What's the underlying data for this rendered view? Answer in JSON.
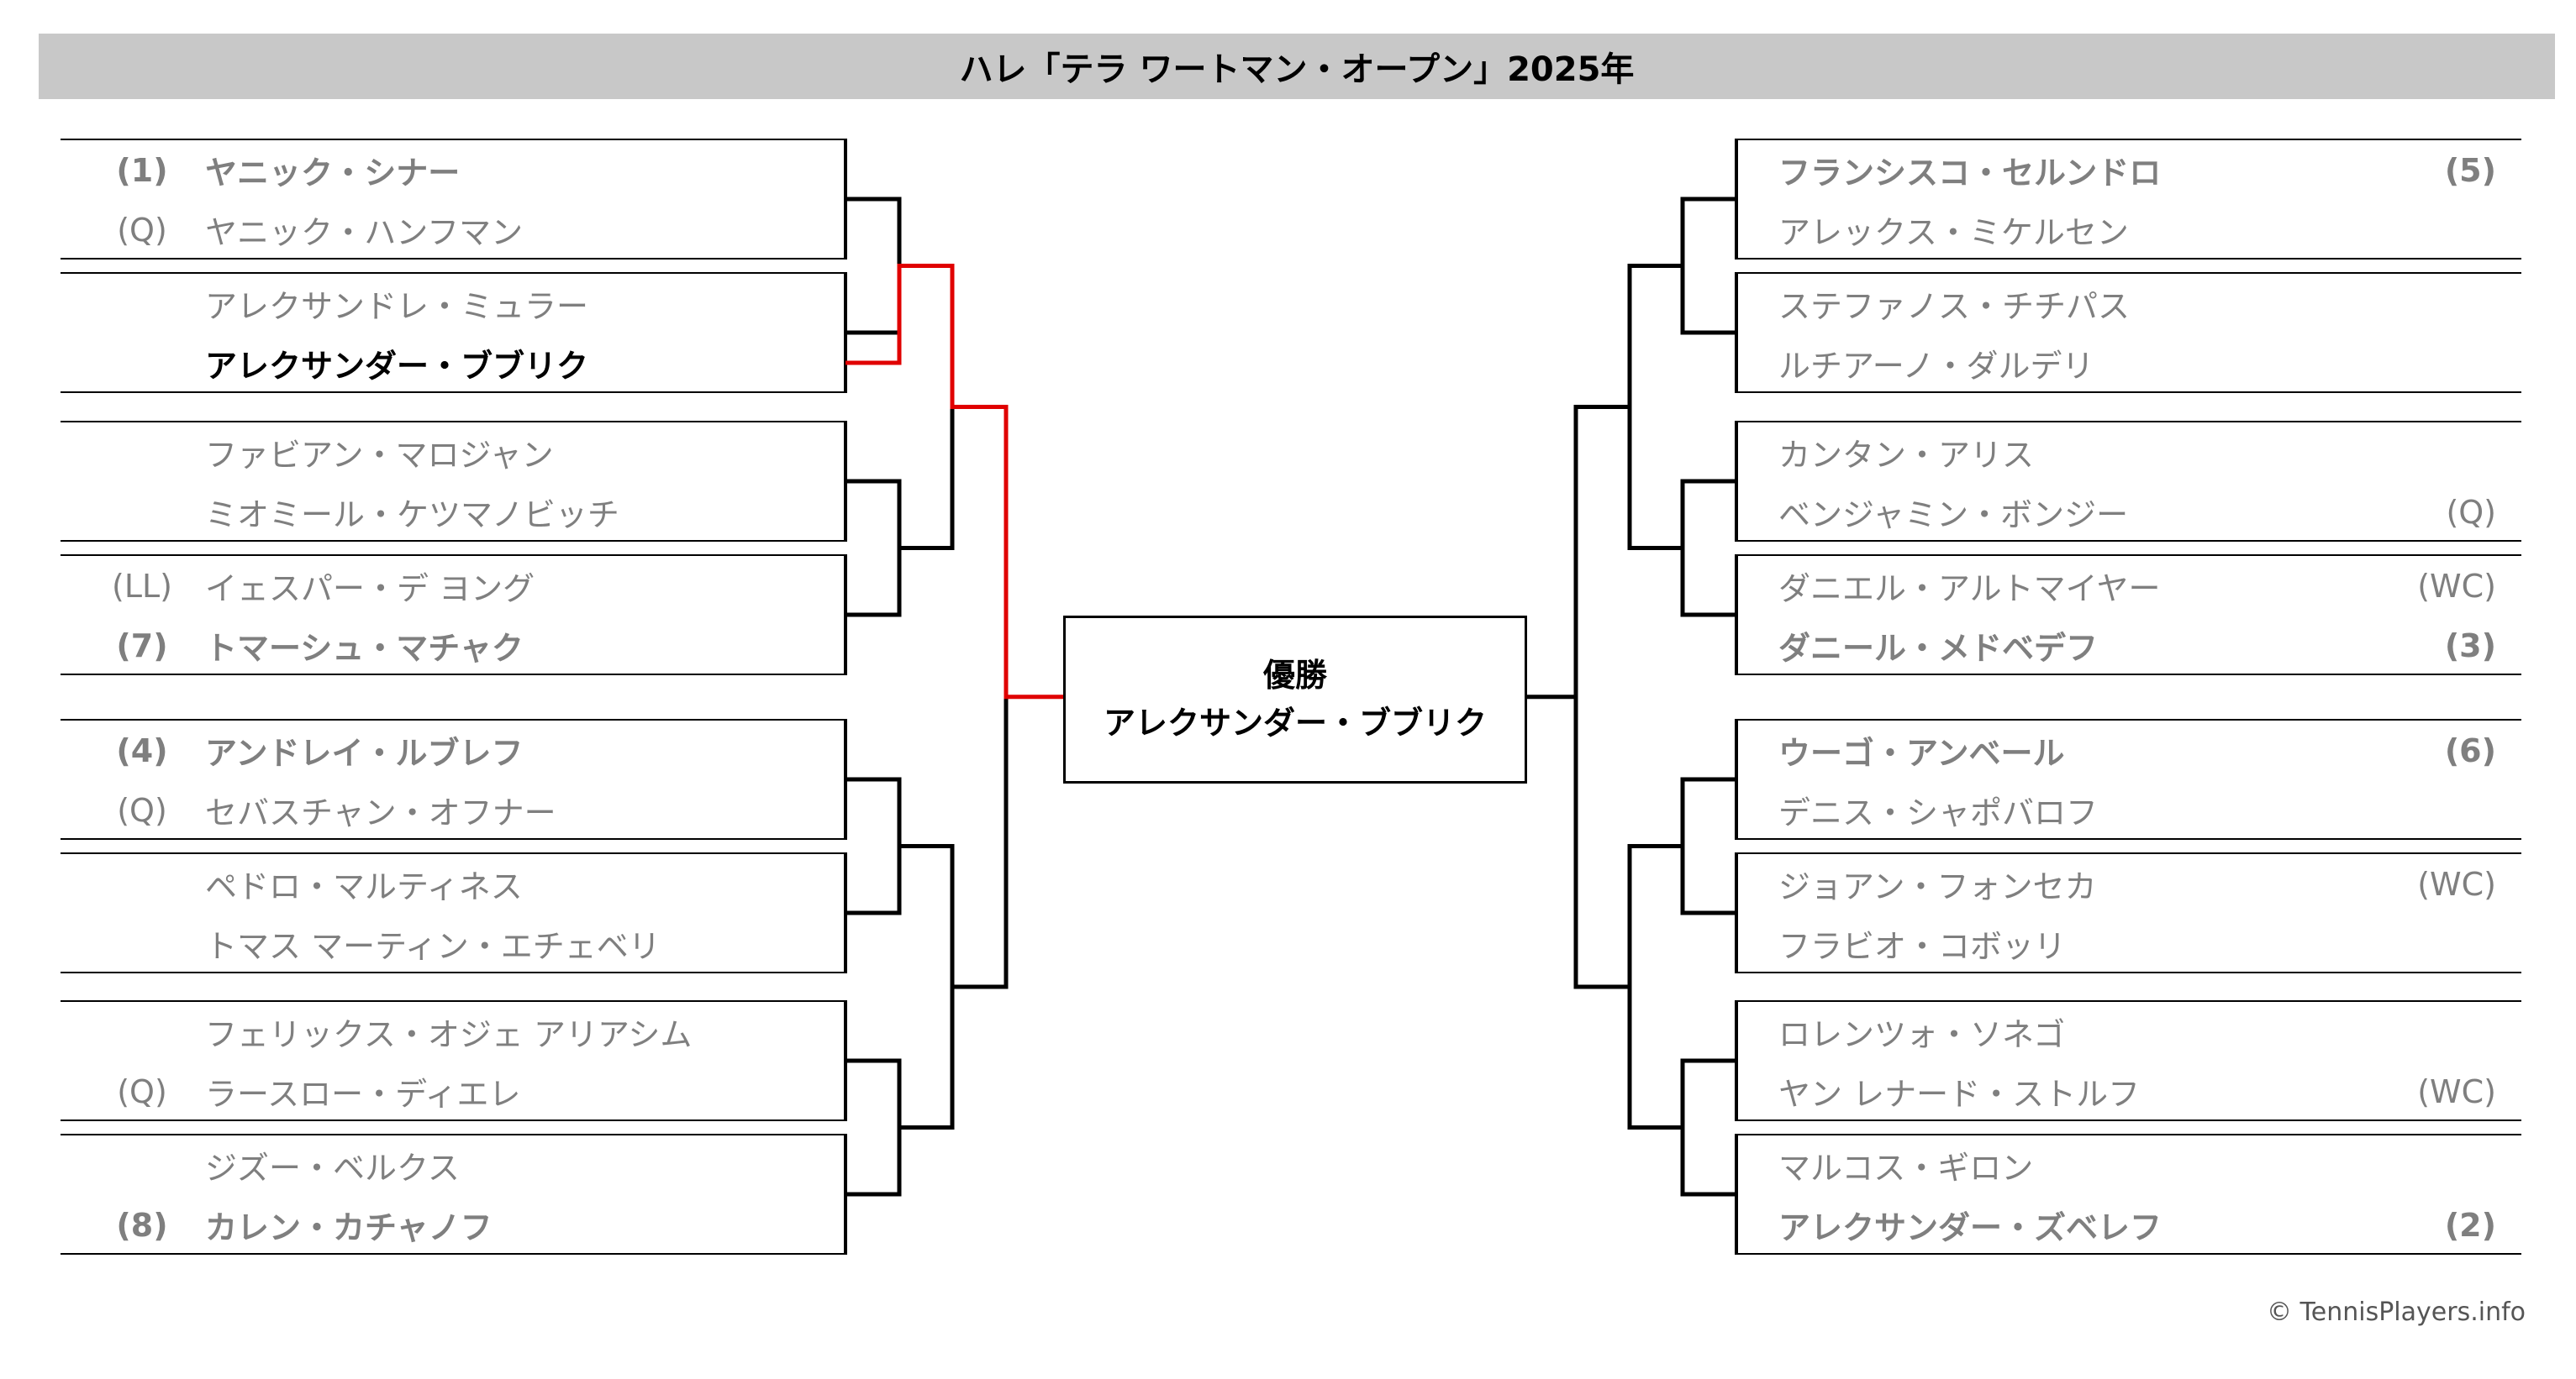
{
  "title": "ハレ「テラ ワートマン・オープン」2025年",
  "champion": {
    "label": "優勝",
    "name": "アレクサンダー・ブブリク"
  },
  "copyright": "© TennisPlayers.info",
  "colors": {
    "champion_path": "#e00000",
    "line": "#000000",
    "title_bg": "#c8c8c8",
    "loser_text": "#7f7f7f"
  },
  "left_draw": [
    [
      {
        "seed": "(1)",
        "name": "ヤニック・シナー",
        "bold": true
      },
      {
        "seed": "(Q)",
        "name": "ヤニック・ハンフマン",
        "bold": false
      }
    ],
    [
      {
        "seed": "",
        "name": "アレクサンドレ・ミュラー",
        "bold": false
      },
      {
        "seed": "",
        "name": "アレクサンダー・ブブリク",
        "bold": true,
        "champion": true
      }
    ],
    [
      {
        "seed": "",
        "name": "ファビアン・マロジャン",
        "bold": false
      },
      {
        "seed": "",
        "name": "ミオミール・ケツマノビッチ",
        "bold": false
      }
    ],
    [
      {
        "seed": "(LL)",
        "name": "イェスパー・デ ヨング",
        "bold": false
      },
      {
        "seed": "(7)",
        "name": "トマーシュ・マチャク",
        "bold": true
      }
    ],
    [
      {
        "seed": "(4)",
        "name": "アンドレイ・ルブレフ",
        "bold": true
      },
      {
        "seed": "(Q)",
        "name": "セバスチャン・オフナー",
        "bold": false
      }
    ],
    [
      {
        "seed": "",
        "name": "ペドロ・マルティネス",
        "bold": false
      },
      {
        "seed": "",
        "name": "トマス マーティン・エチェベリ",
        "bold": false
      }
    ],
    [
      {
        "seed": "",
        "name": "フェリックス・オジェ アリアシム",
        "bold": false
      },
      {
        "seed": "(Q)",
        "name": "ラースロー・ディエレ",
        "bold": false
      }
    ],
    [
      {
        "seed": "",
        "name": "ジズー・ベルクス",
        "bold": false
      },
      {
        "seed": "(8)",
        "name": "カレン・カチャノフ",
        "bold": true
      }
    ]
  ],
  "right_draw": [
    [
      {
        "seed": "(5)",
        "name": "フランシスコ・セルンドロ",
        "bold": true
      },
      {
        "seed": "",
        "name": "アレックス・ミケルセン",
        "bold": false
      }
    ],
    [
      {
        "seed": "",
        "name": "ステファノス・チチパス",
        "bold": false
      },
      {
        "seed": "",
        "name": "ルチアーノ・ダルデリ",
        "bold": false
      }
    ],
    [
      {
        "seed": "",
        "name": "カンタン・アリス",
        "bold": false
      },
      {
        "seed": "(Q)",
        "name": "ベンジャミン・ボンジー",
        "bold": false
      }
    ],
    [
      {
        "seed": "(WC)",
        "name": "ダニエル・アルトマイヤー",
        "bold": false
      },
      {
        "seed": "(3)",
        "name": "ダニール・メドベデフ",
        "bold": true
      }
    ],
    [
      {
        "seed": "(6)",
        "name": "ウーゴ・アンベール",
        "bold": true
      },
      {
        "seed": "",
        "name": "デニス・シャポバロフ",
        "bold": false
      }
    ],
    [
      {
        "seed": "(WC)",
        "name": "ジョアン・フォンセカ",
        "bold": false
      },
      {
        "seed": "",
        "name": "フラビオ・コボッリ",
        "bold": false
      }
    ],
    [
      {
        "seed": "",
        "name": "ロレンツォ・ソネゴ",
        "bold": false
      },
      {
        "seed": "(WC)",
        "name": "ヤン レナード・ストルフ",
        "bold": false
      }
    ],
    [
      {
        "seed": "",
        "name": "マルコス・ギロン",
        "bold": false
      },
      {
        "seed": "(2)",
        "name": "アレクサンダー・ズベレフ",
        "bold": true
      }
    ]
  ]
}
